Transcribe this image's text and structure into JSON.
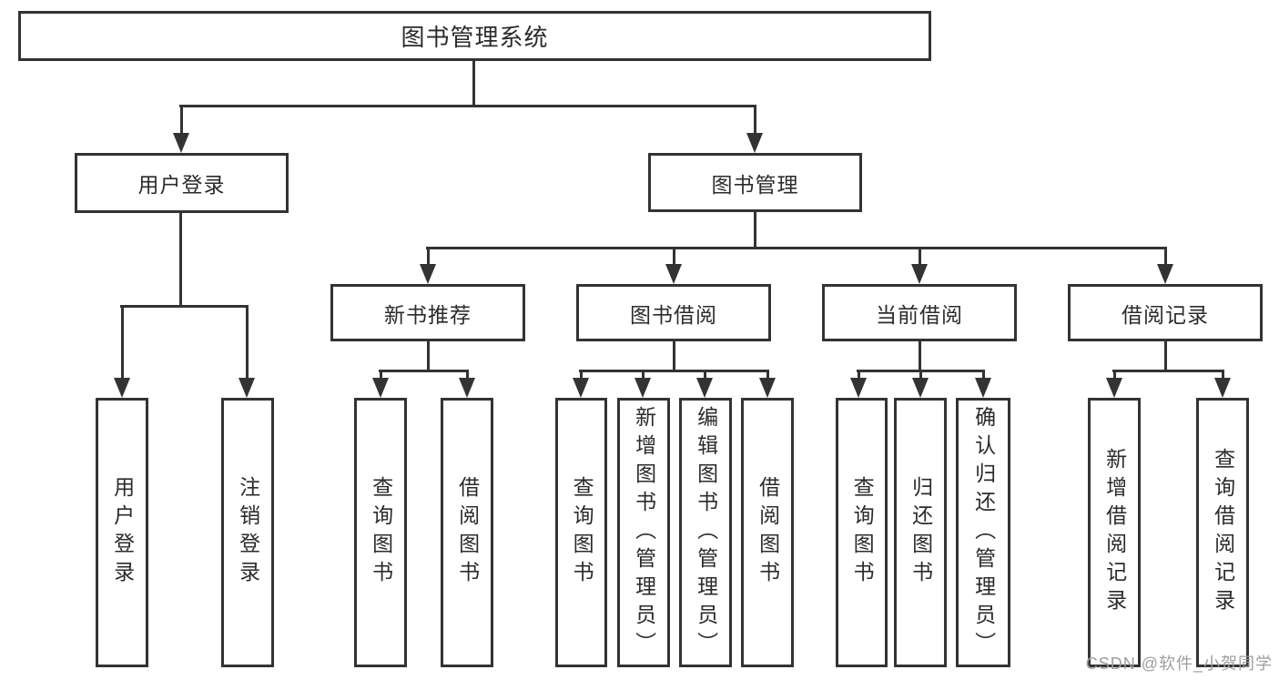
{
  "style": {
    "page_bg": "#ffffff",
    "box_bg": "#ffffff",
    "line_color": "#333333",
    "text_color": "#2b2b2b",
    "watermark_color": "#9e9e9e"
  },
  "watermark": "CSDN @软件_小贺同学",
  "tree": {
    "label": "图书管理系统",
    "children": [
      {
        "label": "用户登录",
        "children": [
          {
            "label": "用户登录"
          },
          {
            "label": "注销登录"
          }
        ]
      },
      {
        "label": "图书管理",
        "children": [
          {
            "label": "新书推荐",
            "children": [
              {
                "label": "查询图书"
              },
              {
                "label": "借阅图书"
              }
            ]
          },
          {
            "label": "图书借阅",
            "children": [
              {
                "label": "查询图书"
              },
              {
                "label": "新增图书（管理员）"
              },
              {
                "label": "编辑图书（管理员）"
              },
              {
                "label": "借阅图书"
              }
            ]
          },
          {
            "label": "当前借阅",
            "children": [
              {
                "label": "查询图书"
              },
              {
                "label": "归还图书"
              },
              {
                "label": "确认归还（管理员）"
              }
            ]
          },
          {
            "label": "借阅记录",
            "children": [
              {
                "label": "新增借阅记录"
              },
              {
                "label": "查询借阅记录"
              }
            ]
          }
        ]
      }
    ]
  }
}
